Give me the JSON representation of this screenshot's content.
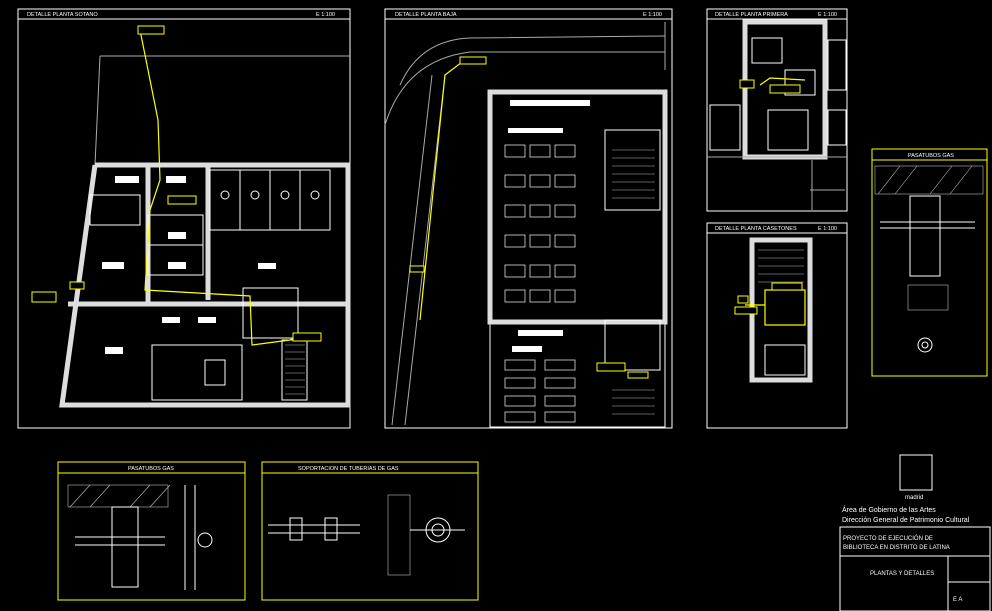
{
  "panels": {
    "sotano": {
      "title": "DETALLE PLANTA SOTANO",
      "scale": "E 1:100"
    },
    "baja": {
      "title": "DETALLE PLANTA BAJA",
      "scale": "E 1:100"
    },
    "primera": {
      "title": "DETALLE PLANTA PRIMERA",
      "scale": "E 1:100"
    },
    "castillete": {
      "title": "DETALLE PLANTA CASETONES",
      "scale": "E 1:100"
    },
    "pasatubos_right": {
      "title": "PASATUBOS GAS"
    },
    "pasatubos_bottom": {
      "title": "PASATUBOS GAS"
    },
    "soportacion": {
      "title": "SOPORTACION DE TUBERIAS DE GAS"
    }
  },
  "title_block": {
    "logo_caption": "madrid",
    "area_line": "Área de Gobierno de las Artes",
    "direccion_line": "Dirección General de Patrimonio Cultural",
    "project_line1": "PROYECTO DE EJECUCIÓN DE",
    "project_line2": "BIBLIOTECA EN DISTRITO DE LATINA",
    "sheet_title": "PLANTAS Y DETALLES",
    "sheet_code": "E A"
  },
  "colors": {
    "background": "#000000",
    "lines": "#ffffff",
    "gas_pipe": "#ffff00",
    "tag": "#ffff00"
  }
}
